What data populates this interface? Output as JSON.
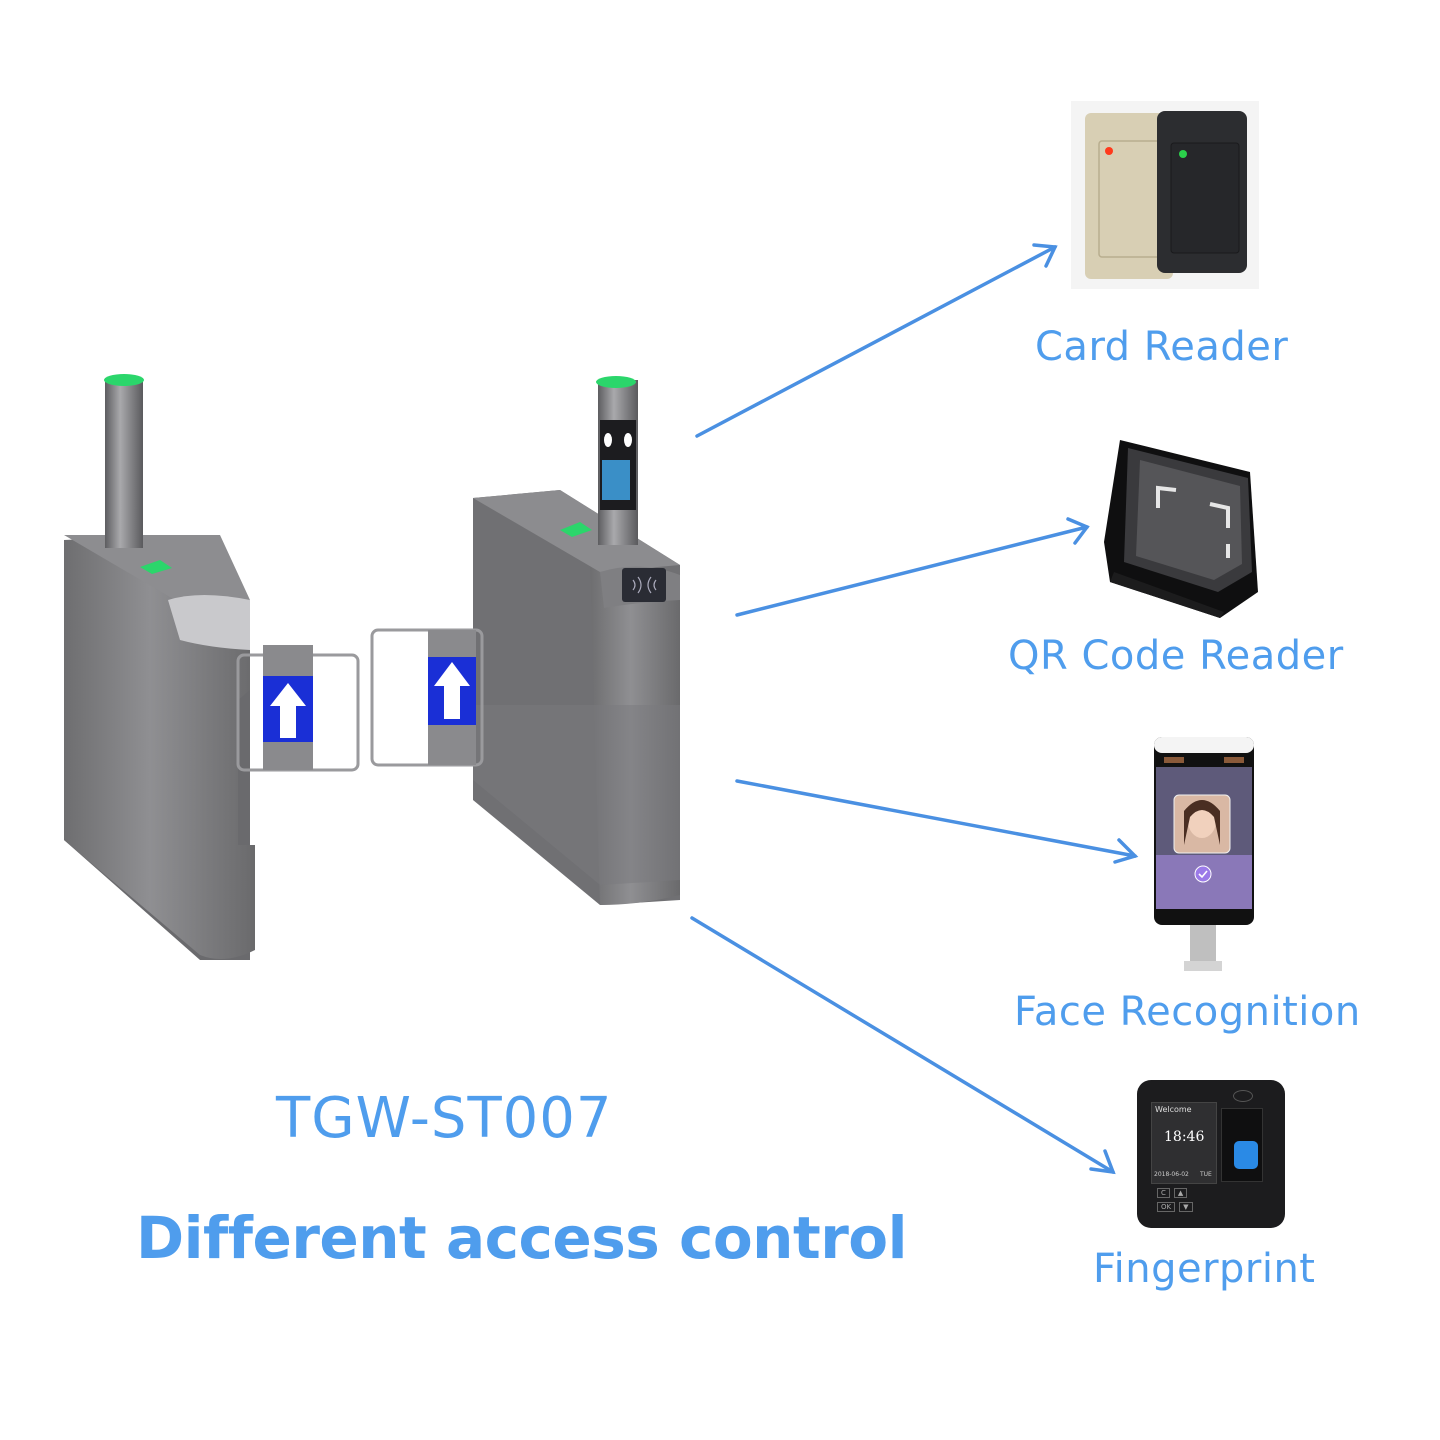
{
  "product": {
    "model": "TGW-ST007",
    "tagline": "Different access control"
  },
  "accent_color": "#4f9ded",
  "arrow_color": "#4a90e2",
  "devices": [
    {
      "label": "Card Reader",
      "icon": "card-reader-icon"
    },
    {
      "label": "QR Code Reader",
      "icon": "qr-reader-icon"
    },
    {
      "label": "Face Recognition",
      "icon": "face-terminal-icon"
    },
    {
      "label": "Fingerprint",
      "icon": "fingerprint-terminal-icon"
    }
  ],
  "fingerprint_screen": {
    "greeting": "Welcome",
    "time": "18:46",
    "date": "2018-06-02",
    "day": "TUE",
    "keys": [
      "C",
      "OK",
      "▲",
      "▼"
    ]
  }
}
